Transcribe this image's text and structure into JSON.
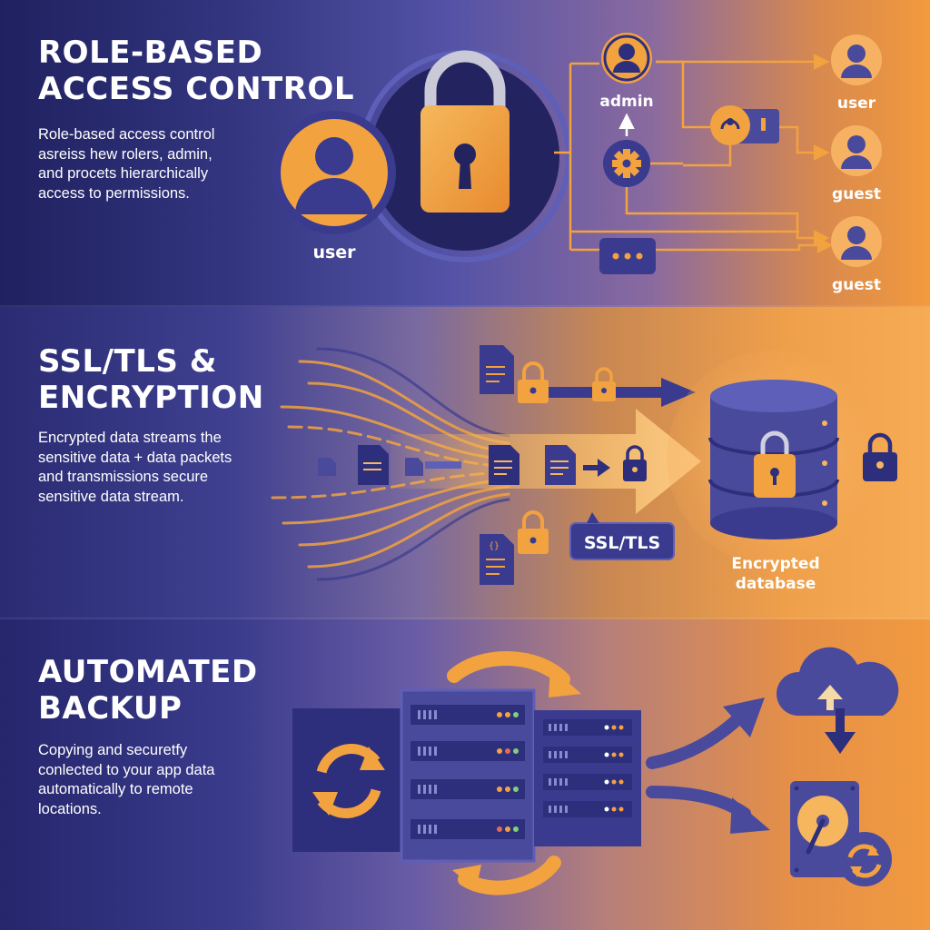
{
  "colors": {
    "navy": "#2e2f7c",
    "orange": "#f2a23f",
    "light_orange": "#f6b65e",
    "indigo": "#4a4a9c"
  },
  "rbac": {
    "title_line1": "ROLE-BASED",
    "title_line2": "ACCESS CONTROL",
    "desc_lines": [
      "Role-based access control",
      "asreiss hew rolers, admin,",
      "and procets hierarchically",
      "access to permissions."
    ],
    "user_label": "user",
    "admin_label": "admin",
    "right_labels": [
      "user",
      "guest",
      "guest"
    ],
    "icons": [
      "user-icon",
      "padlock-icon",
      "gear-icon",
      "key-card-icon",
      "message-dots-icon"
    ]
  },
  "ssl": {
    "title_line1": "SSL/TLS &",
    "title_line2": "ENCRYPTION",
    "desc_lines": [
      "Encrypted data streams the",
      "sensitive data + data packets",
      "and transmissions secure",
      "sensitive data stream."
    ],
    "badge": "SSL/TLS",
    "db_label_line1": "Encrypted",
    "db_label_line2": "database",
    "icons": [
      "document-icon",
      "padlock-icon",
      "database-icon",
      "arrow-right-icon"
    ]
  },
  "backup": {
    "title_line1": "AUTOMATED",
    "title_line2": "BACKUP",
    "desc_lines": [
      "Copying and securetfy",
      "conlected to your app data",
      "automatically to remote",
      "locations."
    ],
    "icons": [
      "sync-icon",
      "server-rack-icon",
      "cloud-upload-icon",
      "hard-drive-icon",
      "arrow-right-icon"
    ]
  }
}
